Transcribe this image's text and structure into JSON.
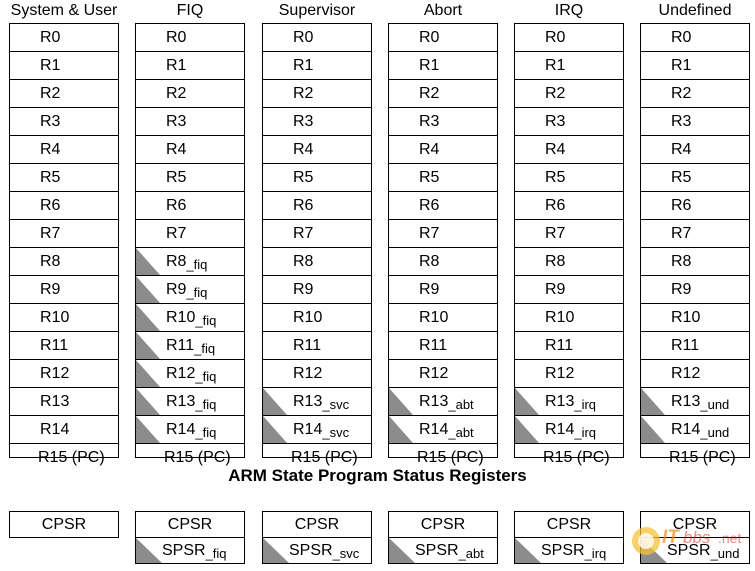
{
  "section_title": "ARM State Program Status Registers",
  "modes": [
    {
      "title": "System & User",
      "regs": [
        {
          "t": "R0"
        },
        {
          "t": "R1"
        },
        {
          "t": "R2"
        },
        {
          "t": "R3"
        },
        {
          "t": "R4"
        },
        {
          "t": "R5"
        },
        {
          "t": "R6"
        },
        {
          "t": "R7"
        },
        {
          "t": "R8"
        },
        {
          "t": "R9"
        },
        {
          "t": "R10"
        },
        {
          "t": "R11"
        },
        {
          "t": "R12"
        },
        {
          "t": "R13"
        },
        {
          "t": "R14"
        },
        {
          "t": "R15 (PC)"
        }
      ],
      "psr": [
        {
          "t": "CPSR"
        }
      ]
    },
    {
      "title": "FIQ",
      "regs": [
        {
          "t": "R0"
        },
        {
          "t": "R1"
        },
        {
          "t": "R2"
        },
        {
          "t": "R3"
        },
        {
          "t": "R4"
        },
        {
          "t": "R5"
        },
        {
          "t": "R6"
        },
        {
          "t": "R7"
        },
        {
          "t": "R8",
          "s": "_fiq",
          "b": true
        },
        {
          "t": "R9",
          "s": "_fiq",
          "b": true
        },
        {
          "t": "R10",
          "s": "_fiq",
          "b": true
        },
        {
          "t": "R11",
          "s": "_fiq",
          "b": true
        },
        {
          "t": "R12",
          "s": "_fiq",
          "b": true
        },
        {
          "t": "R13",
          "s": "_fiq",
          "b": true
        },
        {
          "t": "R14",
          "s": "_fiq",
          "b": true
        },
        {
          "t": "R15 (PC)"
        }
      ],
      "psr": [
        {
          "t": "CPSR"
        },
        {
          "t": "SPSR",
          "s": "_fiq",
          "b": true
        }
      ]
    },
    {
      "title": "Supervisor",
      "regs": [
        {
          "t": "R0"
        },
        {
          "t": "R1"
        },
        {
          "t": "R2"
        },
        {
          "t": "R3"
        },
        {
          "t": "R4"
        },
        {
          "t": "R5"
        },
        {
          "t": "R6"
        },
        {
          "t": "R7"
        },
        {
          "t": "R8"
        },
        {
          "t": "R9"
        },
        {
          "t": "R10"
        },
        {
          "t": "R11"
        },
        {
          "t": "R12"
        },
        {
          "t": "R13",
          "s": "_svc",
          "b": true
        },
        {
          "t": "R14",
          "s": "_svc",
          "b": true
        },
        {
          "t": "R15 (PC)"
        }
      ],
      "psr": [
        {
          "t": "CPSR"
        },
        {
          "t": "SPSR",
          "s": "_svc",
          "b": true
        }
      ]
    },
    {
      "title": "Abort",
      "regs": [
        {
          "t": "R0"
        },
        {
          "t": "R1"
        },
        {
          "t": "R2"
        },
        {
          "t": "R3"
        },
        {
          "t": "R4"
        },
        {
          "t": "R5"
        },
        {
          "t": "R6"
        },
        {
          "t": "R7"
        },
        {
          "t": "R8"
        },
        {
          "t": "R9"
        },
        {
          "t": "R10"
        },
        {
          "t": "R11"
        },
        {
          "t": "R12"
        },
        {
          "t": "R13",
          "s": "_abt",
          "b": true
        },
        {
          "t": "R14",
          "s": "_abt",
          "b": true
        },
        {
          "t": "R15 (PC)"
        }
      ],
      "psr": [
        {
          "t": "CPSR"
        },
        {
          "t": "SPSR",
          "s": "_abt",
          "b": true
        }
      ]
    },
    {
      "title": "IRQ",
      "regs": [
        {
          "t": "R0"
        },
        {
          "t": "R1"
        },
        {
          "t": "R2"
        },
        {
          "t": "R3"
        },
        {
          "t": "R4"
        },
        {
          "t": "R5"
        },
        {
          "t": "R6"
        },
        {
          "t": "R7"
        },
        {
          "t": "R8"
        },
        {
          "t": "R9"
        },
        {
          "t": "R10"
        },
        {
          "t": "R11"
        },
        {
          "t": "R12"
        },
        {
          "t": "R13",
          "s": "_irq",
          "b": true
        },
        {
          "t": "R14",
          "s": "_irq",
          "b": true
        },
        {
          "t": "R15 (PC)"
        }
      ],
      "psr": [
        {
          "t": "CPSR"
        },
        {
          "t": "SPSR",
          "s": "_irq",
          "b": true
        }
      ]
    },
    {
      "title": "Undefined",
      "regs": [
        {
          "t": "R0"
        },
        {
          "t": "R1"
        },
        {
          "t": "R2"
        },
        {
          "t": "R3"
        },
        {
          "t": "R4"
        },
        {
          "t": "R5"
        },
        {
          "t": "R6"
        },
        {
          "t": "R7"
        },
        {
          "t": "R8"
        },
        {
          "t": "R9"
        },
        {
          "t": "R10"
        },
        {
          "t": "R11"
        },
        {
          "t": "R12"
        },
        {
          "t": "R13",
          "s": "_und",
          "b": true
        },
        {
          "t": "R14",
          "s": "_und",
          "b": true
        },
        {
          "t": "R15 (PC)"
        }
      ],
      "psr": [
        {
          "t": "CPSR"
        },
        {
          "t": "SPSR",
          "s": "_und",
          "b": true
        }
      ]
    }
  ],
  "watermark": {
    "text": "ITbbs.net",
    "colors": {
      "orange": "#f08a1c",
      "red": "#e03a2c",
      "yellow": "#f6c23a"
    }
  },
  "colors": {
    "banked_marker": "#8c8c8c",
    "border": "#000000"
  }
}
